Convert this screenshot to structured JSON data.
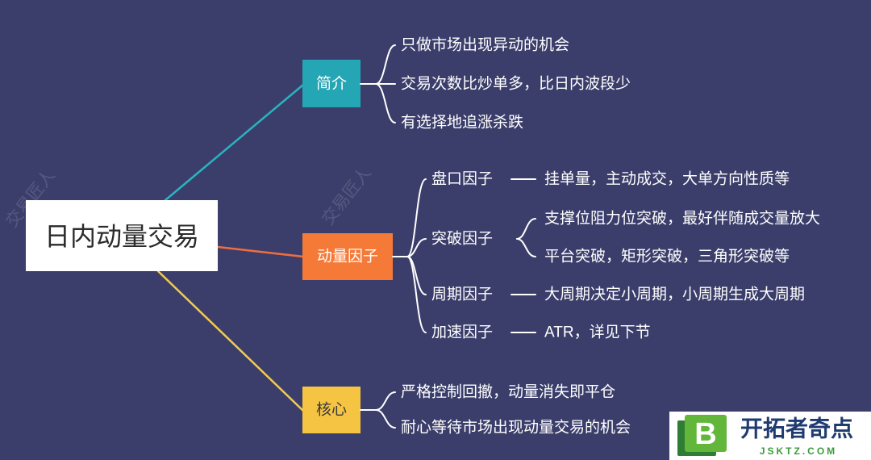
{
  "background_color": "#3b3e6b",
  "watermark": "交易匠人",
  "root": {
    "label": "日内动量交易",
    "fill": "#ffffff",
    "text_color": "#2b2b2b"
  },
  "branches": [
    {
      "label": "简介",
      "color": "#25a6b4",
      "line_color": "#2ab3bf",
      "text_color": "#ffffff",
      "children": [
        {
          "label": "只做市场出现异动的机会"
        },
        {
          "label": "交易次数比炒单多，比日内波段少"
        },
        {
          "label": "有选择地追涨杀跌"
        }
      ]
    },
    {
      "label": "动量因子",
      "color": "#f57a37",
      "line_color": "#f26d3d",
      "text_color": "#ffffff",
      "children": [
        {
          "label": "盘口因子",
          "children": [
            {
              "label": "挂单量，主动成交，大单方向性质等"
            }
          ]
        },
        {
          "label": "突破因子",
          "children": [
            {
              "label": "支撑位阻力位突破，最好伴随成交量放大"
            },
            {
              "label": "平台突破，矩形突破，三角形突破等"
            }
          ]
        },
        {
          "label": "周期因子",
          "children": [
            {
              "label": "大周期决定小周期，小周期生成大周期"
            }
          ]
        },
        {
          "label": "加速因子",
          "children": [
            {
              "label": "ATR，详见下节"
            }
          ]
        }
      ]
    },
    {
      "label": "核心",
      "color": "#f5c443",
      "line_color": "#f3cb4e",
      "text_color": "#3b3b3b",
      "children": [
        {
          "label": "严格控制回撤，动量消失即平仓"
        },
        {
          "label": "耐心等待市场出现动量交易的机会"
        }
      ]
    }
  ],
  "logo": {
    "icon": "green-b-logo-icon",
    "icon_letter": "B",
    "name": "开拓者奇点",
    "domain": "JSKTZ.COM",
    "background": "#ffffff",
    "name_color": "#1f3b70",
    "accent_color": "#62b63a",
    "shadow_color": "#2f7d34",
    "domain_color": "#3b9b3b"
  }
}
